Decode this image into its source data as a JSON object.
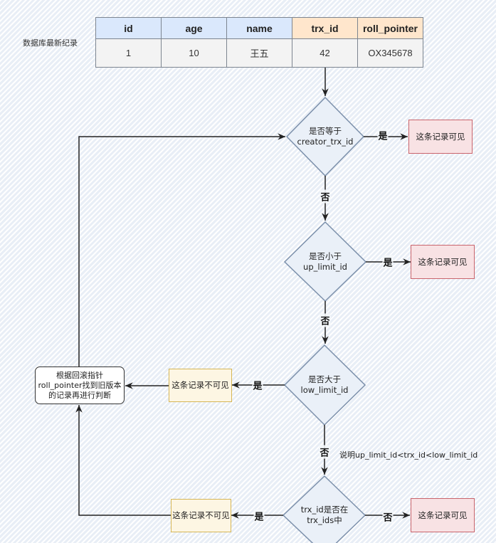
{
  "side_label": "数据库最新纪录",
  "record_table": {
    "headers": [
      "id",
      "age",
      "name",
      "trx_id",
      "roll_pointer"
    ],
    "values": [
      "1",
      "10",
      "王五",
      "42",
      "OX345678"
    ]
  },
  "decisions": [
    {
      "line1": "是否等于",
      "line2": "creator_trx_id"
    },
    {
      "line1": "是否小于",
      "line2": "up_limit_id"
    },
    {
      "line1": "是否大于",
      "line2": "low_limit_id"
    },
    {
      "line1": "trx_id是否在",
      "line2": "trx_ids中"
    }
  ],
  "outcomes": {
    "visible": "这条记录可见",
    "invisible": "这条记录不可见"
  },
  "rollback": {
    "line1": "根据回滚指针",
    "line2": "roll_pointer找到旧版本",
    "line3": "的记录再进行判断"
  },
  "edge_labels": {
    "yes": "是",
    "no": "否"
  },
  "note": "说明up_limit_id<trx_id<low_limit_id",
  "colors": {
    "header_blue": "#dae8fc",
    "header_orange": "#ffe6cc",
    "decision_fill": "#eaf0f8",
    "decision_stroke": "#7c90ab",
    "visible_stroke": "#c9646c",
    "invisible_stroke": "#d6b656"
  }
}
